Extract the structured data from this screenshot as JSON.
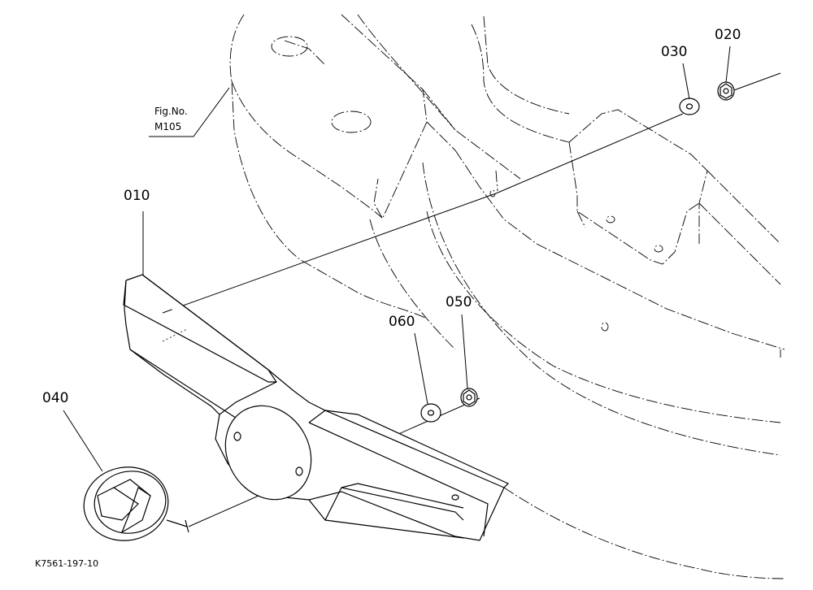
{
  "figure_ref": {
    "line1": "Fig.No.",
    "line2": "M105"
  },
  "callouts": {
    "c010": "010",
    "c020": "020",
    "c030": "030",
    "c040": "040",
    "c050": "050",
    "c060": "060"
  },
  "drawing_code": "K7561-197-10"
}
